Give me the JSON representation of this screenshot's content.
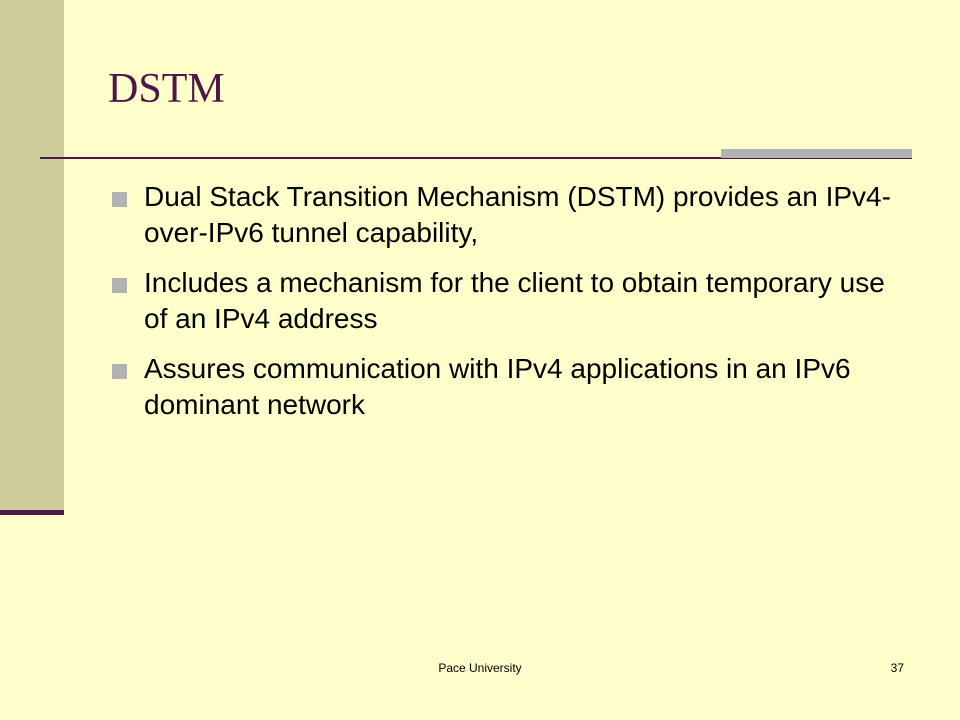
{
  "slide": {
    "title": "DSTM",
    "bullets": [
      "Dual Stack Transition Mechanism (DSTM) provides an IPv4-over-IPv6 tunnel capability,",
      "Includes a mechanism for the client to obtain temporary use of an IPv4 address",
      "Assures communication with IPv4 applications in an IPv6 dominant network"
    ],
    "footer": "Pace University",
    "page_number": "37"
  },
  "colors": {
    "background": "#FFFFCC",
    "side_bar": "#CCCC99",
    "title": "#4D1548",
    "bullet_marker": "#B2B2B2"
  }
}
